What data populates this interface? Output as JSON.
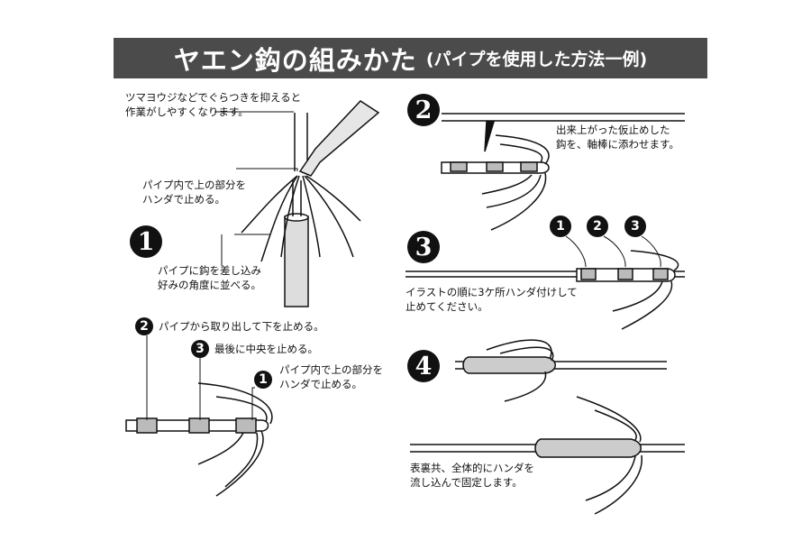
{
  "title": {
    "main": "ヤエン鈎の組みかた",
    "sub": "(パイプを使用した方法一例)"
  },
  "step1": {
    "badge": "1",
    "note_toothpick": [
      "ツマヨウジなどでぐらつきを抑えると",
      "作業がしやすくなります。"
    ],
    "note_solder_top": [
      "パイプ内で上の部分を",
      "ハンダで止める。"
    ],
    "note_insert": [
      "パイプに鈎を差し込み",
      "好みの角度に並べる。"
    ]
  },
  "step1b": {
    "badge_2": "2",
    "note_2": "パイプから取り出して下を止める。",
    "badge_3": "3",
    "note_3": "最後に中央を止める。",
    "badge_1": "1",
    "note_1": [
      "パイプ内で上の部分を",
      "ハンダで止める。"
    ]
  },
  "step2": {
    "badge": "2",
    "note": [
      "出来上がった仮止めした",
      "鈎を、軸棒に添わせます。"
    ]
  },
  "step3": {
    "badge": "3",
    "order_badges": [
      "1",
      "2",
      "3"
    ],
    "note": [
      "イラストの順に3ケ所ハンダ付けして",
      "止めてください。"
    ]
  },
  "step4": {
    "badge": "4",
    "note": [
      "表裏共、全体的にハンダを",
      "流し込んで固定します。"
    ]
  }
}
